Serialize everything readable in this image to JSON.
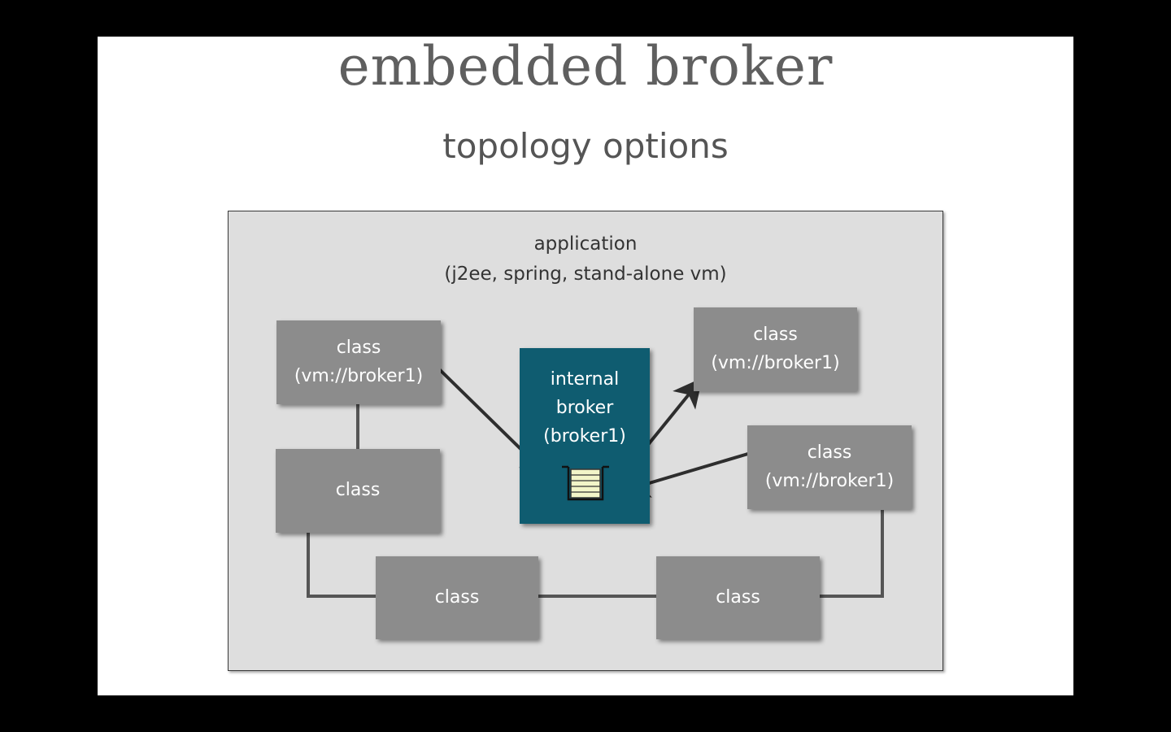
{
  "slide": {
    "title": "embedded broker",
    "subtitle": "topology options"
  },
  "application": {
    "label_line1": "application",
    "label_line2": "(j2ee, spring, stand-alone vm)"
  },
  "broker": {
    "line1": "internal",
    "line2": "broker",
    "line3": "(broker1)",
    "queue_icon": "message-queue-icon"
  },
  "nodes": {
    "top_left": {
      "line1": "class",
      "line2": "(vm://broker1)"
    },
    "mid_left": {
      "line1": "class"
    },
    "bottom_left": {
      "line1": "class"
    },
    "bottom_right": {
      "line1": "class"
    },
    "top_right": {
      "line1": "class",
      "line2": "(vm://broker1)"
    },
    "mid_right": {
      "line1": "class",
      "line2": "(vm://broker1)"
    }
  },
  "colors": {
    "background": "#000000",
    "slide": "#ffffff",
    "application_box": "#dedede",
    "class_box": "#8c8c8c",
    "broker_box": "#0f5c70",
    "queue_fill": "#f2f5c8",
    "connector": "#555555",
    "arrow": "#2e2e2e"
  }
}
